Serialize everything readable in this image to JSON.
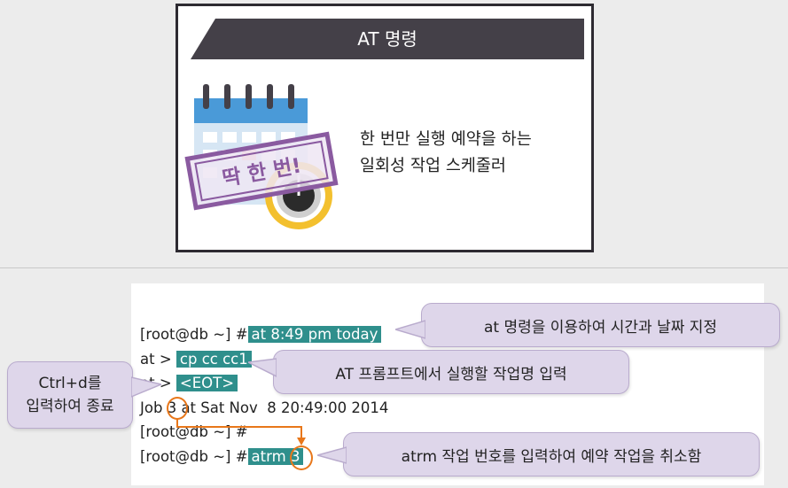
{
  "card": {
    "title": "AT 명령",
    "stamp": "딱 한 번!",
    "desc_line1": "한 번만 실행 예약을 하는",
    "desc_line2": "일회성 작업 스케줄러"
  },
  "terminal": {
    "line1_prompt": "[root@db ~] #",
    "line1_cmd": "at 8:49 pm today",
    "line2_prompt": "at >",
    "line2_cmd": "cp cc cc1",
    "line3_prompt": "at >",
    "line3_cmd": "<EOT>",
    "line4_pre": "Job",
    "line4_num": "3",
    "line4_post": "at Sat Nov  8 20:49:00 2014",
    "line5_prompt": "[root@db ~] #",
    "line6_prompt": "[root@db ~] #",
    "line6_cmd": "atrm",
    "line6_num": "3"
  },
  "callouts": {
    "at_command": "at 명령을 이용하여 시간과 날짜 지정",
    "at_prompt": "AT 프롬프트에서 실행할 작업명 입력",
    "ctrl_line1": "Ctrl+d를",
    "ctrl_line2": "입력하여 종료",
    "atrm": "atrm 작업 번호를 입력하여 예약 작업을 취소함"
  },
  "colors": {
    "highlight": "#2f8f8c",
    "callout_bg": "#ded6ea",
    "banner": "#444048",
    "stamp": "#8a5aa0",
    "circle": "#e8771a"
  }
}
